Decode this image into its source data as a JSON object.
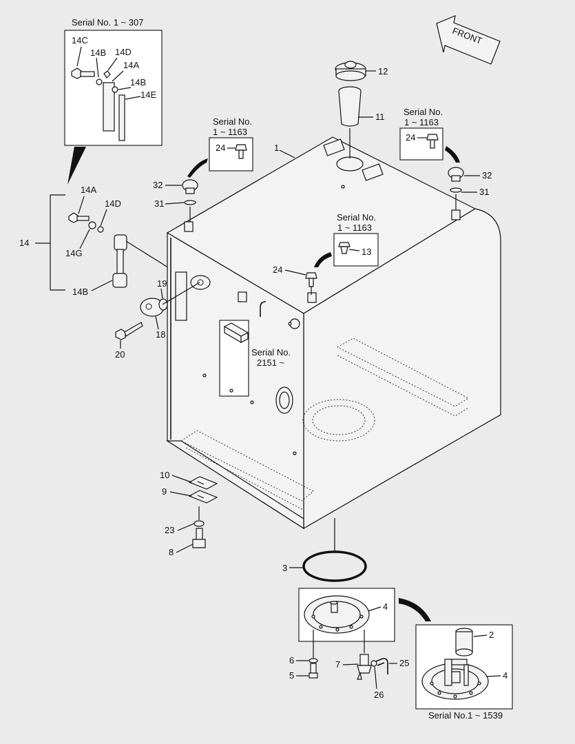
{
  "inset_serial_1_307": {
    "caption": "Serial No. 1 ~ 307",
    "labels": [
      "14C",
      "14B",
      "14D",
      "14A",
      "14B",
      "14E"
    ]
  },
  "assembly_14": {
    "group": "14",
    "labels": [
      "14A",
      "14D",
      "14G",
      "14B"
    ]
  },
  "front_arrow": {
    "text": "FRONT"
  },
  "callouts_main": {
    "c1": "1",
    "c3": "3",
    "c8": "8",
    "c9": "9",
    "c10": "10",
    "c11": "11",
    "c12": "12",
    "c18": "18",
    "c19": "19",
    "c20": "20",
    "c23": "23",
    "c24": "24",
    "c31_left": "31",
    "c32_left": "32",
    "c31_right": "31",
    "c32_right": "32"
  },
  "inset_serial_left_1163": {
    "line1": "Serial No.",
    "line2": "1 ~ 1163",
    "label": "24"
  },
  "inset_serial_right_1163": {
    "line1": "Serial No.",
    "line2": "1 ~ 1163",
    "label": "24"
  },
  "inset_serial_center_1163": {
    "line1": "Serial No.",
    "line2": "1 ~ 1163",
    "label": "13"
  },
  "inset_serial_2151": {
    "line1": "Serial No.",
    "line2": "2151 ~"
  },
  "bottom_cover": {
    "c4": "4",
    "c5": "5",
    "c6": "6",
    "c7": "7",
    "c25": "25",
    "c26": "26"
  },
  "inset_serial_1539": {
    "caption": "Serial No.1 ~ 1539",
    "c2": "2",
    "c4": "4"
  }
}
